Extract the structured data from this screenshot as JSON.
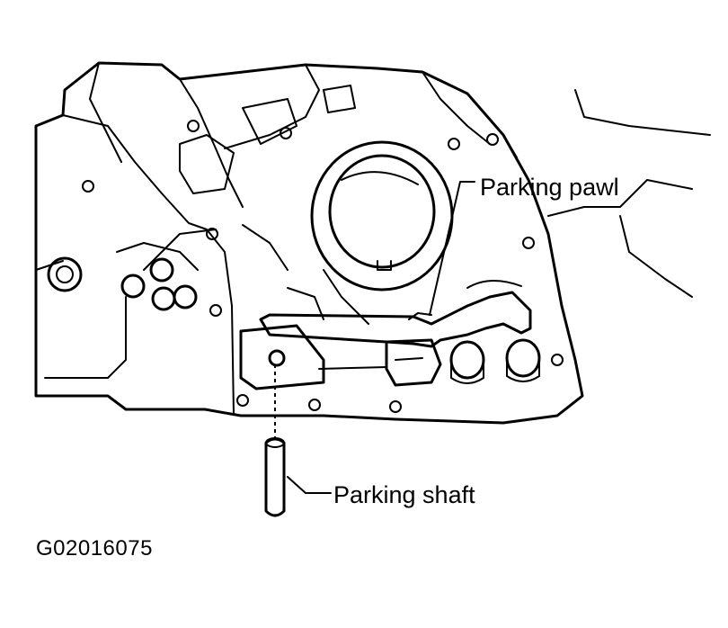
{
  "labels": {
    "parking_pawl": "Parking pawl",
    "parking_shaft": "Parking shaft"
  },
  "figure_id": "G02016075",
  "colors": {
    "line": "#000000",
    "background": "#ffffff"
  }
}
